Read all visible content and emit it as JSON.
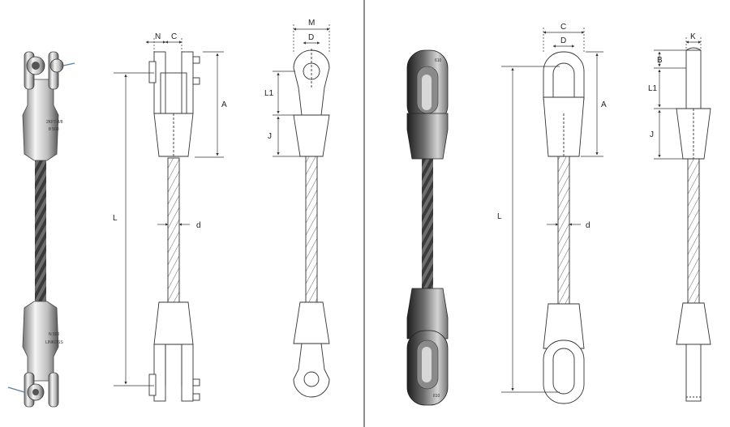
{
  "left_assembly": {
    "dims": {
      "N": "N",
      "C": "C",
      "A": "A",
      "L": "L",
      "d": "d",
      "M": "M",
      "D": "D",
      "L1": "L1",
      "J": "J"
    },
    "fitting_marks": {
      "top_line1": "2KF7-8/8",
      "top_line2": "8 500",
      "bottom_line1": "N 500",
      "bottom_line2": "LINKOSS"
    }
  },
  "right_assembly": {
    "dims": {
      "C": "C",
      "D": "D",
      "A": "A",
      "L": "L",
      "d": "d",
      "K": "K",
      "B": "B",
      "L1": "L1",
      "J": "J"
    },
    "fitting_marks": {
      "top": "610",
      "bottom": "610"
    }
  },
  "colors": {
    "line": "#333333",
    "steel_light": "#e6e6e6",
    "steel_dark": "#3a3a3a",
    "divider": "#444444"
  }
}
